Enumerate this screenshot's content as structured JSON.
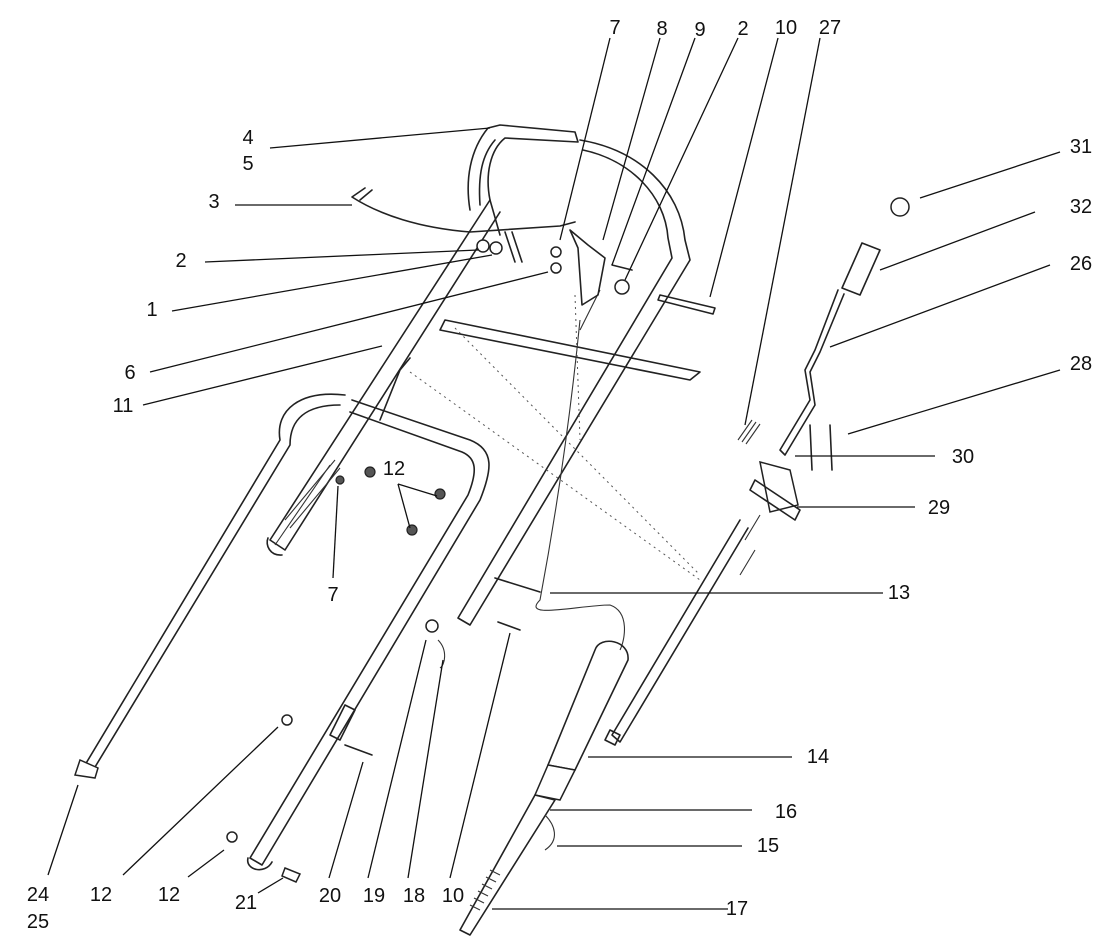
{
  "diagram": {
    "kind": "exploded parts view",
    "callouts": {
      "c7_top": "7",
      "c8": "8",
      "c9": "9",
      "c2_top": "2",
      "c10_top": "10",
      "c27": "27",
      "c4": "4",
      "c5": "5",
      "c3": "3",
      "c2_left": "2",
      "c1": "1",
      "c6": "6",
      "c11": "11",
      "c31": "31",
      "c32": "32",
      "c26": "26",
      "c28": "28",
      "c30": "30",
      "c29": "29",
      "c12_mid": "12",
      "c7_mid": "7",
      "c13": "13",
      "c14": "14",
      "c16": "16",
      "c15": "15",
      "c17": "17",
      "c24": "24",
      "c25": "25",
      "c12_bl": "12",
      "c12_b": "12",
      "c21": "21",
      "c20": "20",
      "c19": "19",
      "c18": "18",
      "c10_b": "10"
    }
  }
}
